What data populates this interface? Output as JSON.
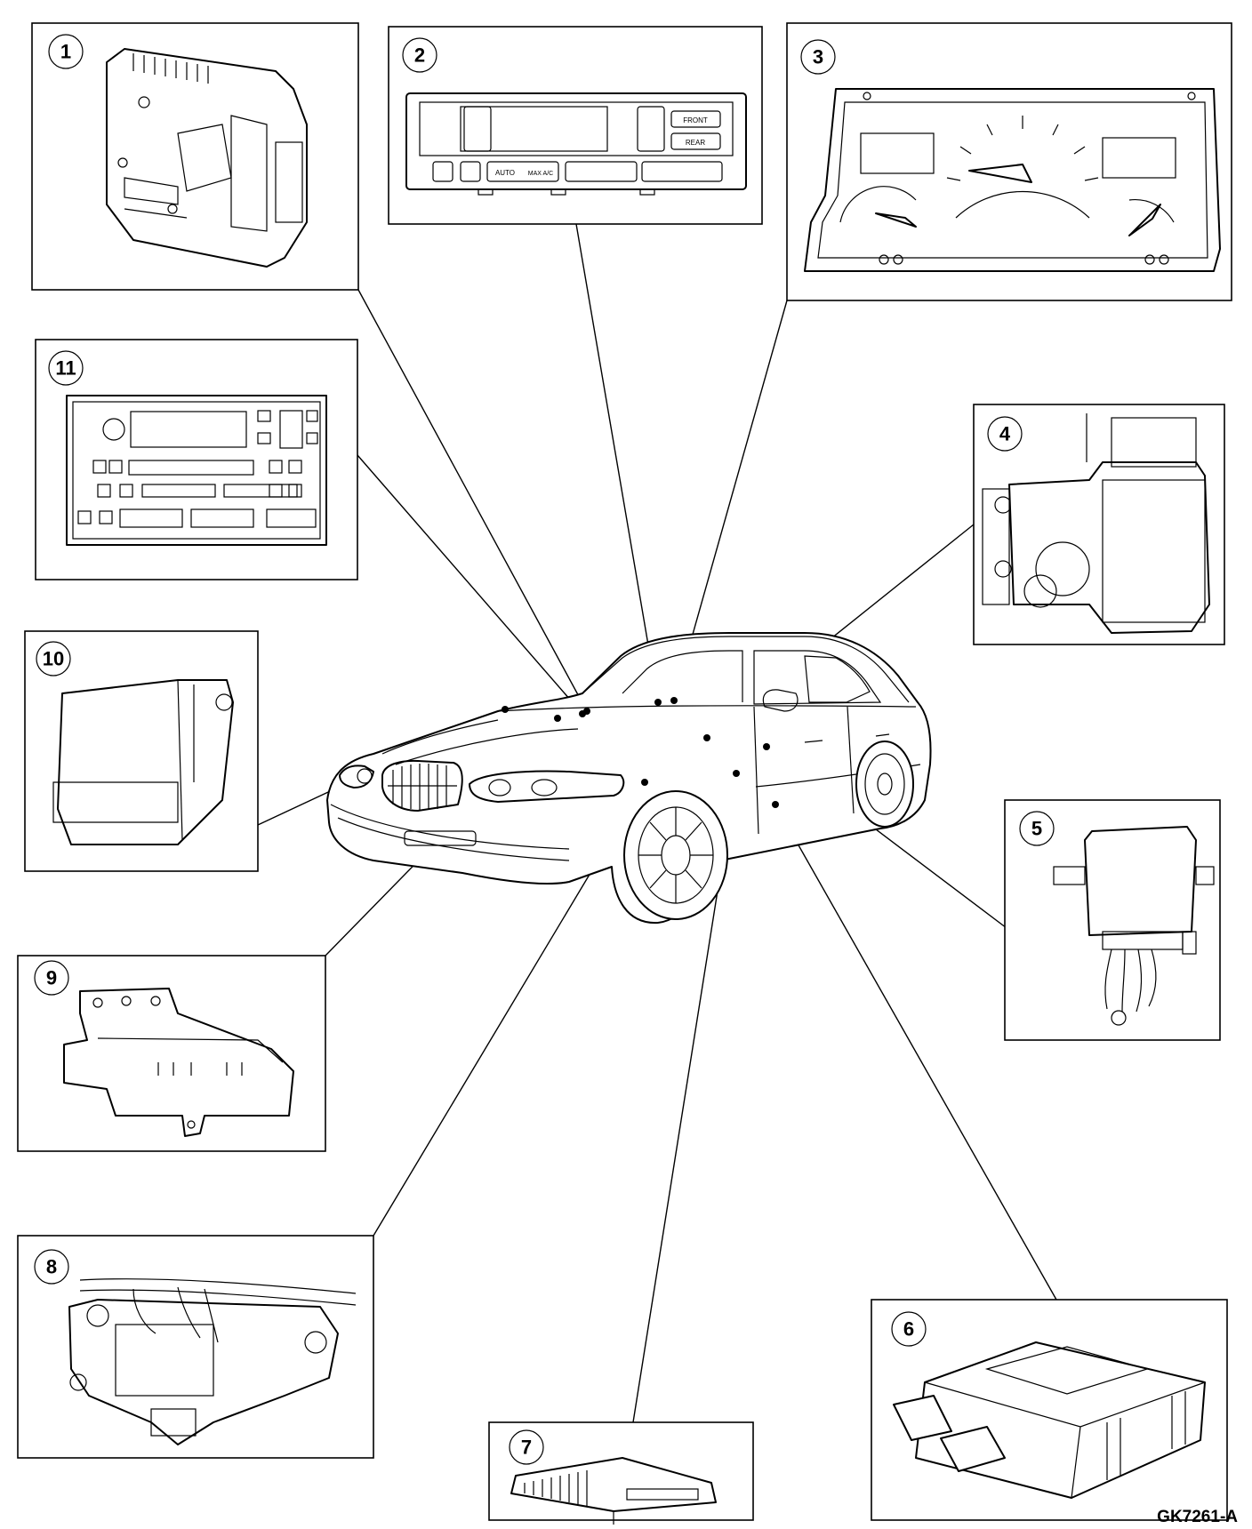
{
  "figure_id": "GK7261-A",
  "callouts": [
    "1",
    "2",
    "3",
    "4",
    "5",
    "6",
    "7",
    "8",
    "9",
    "10",
    "11"
  ],
  "panel2_buttons": {
    "rear_defrost": "REAR",
    "front_defrost": "FRONT",
    "auto": "AUTO",
    "max_ac": "MAX A/C"
  }
}
